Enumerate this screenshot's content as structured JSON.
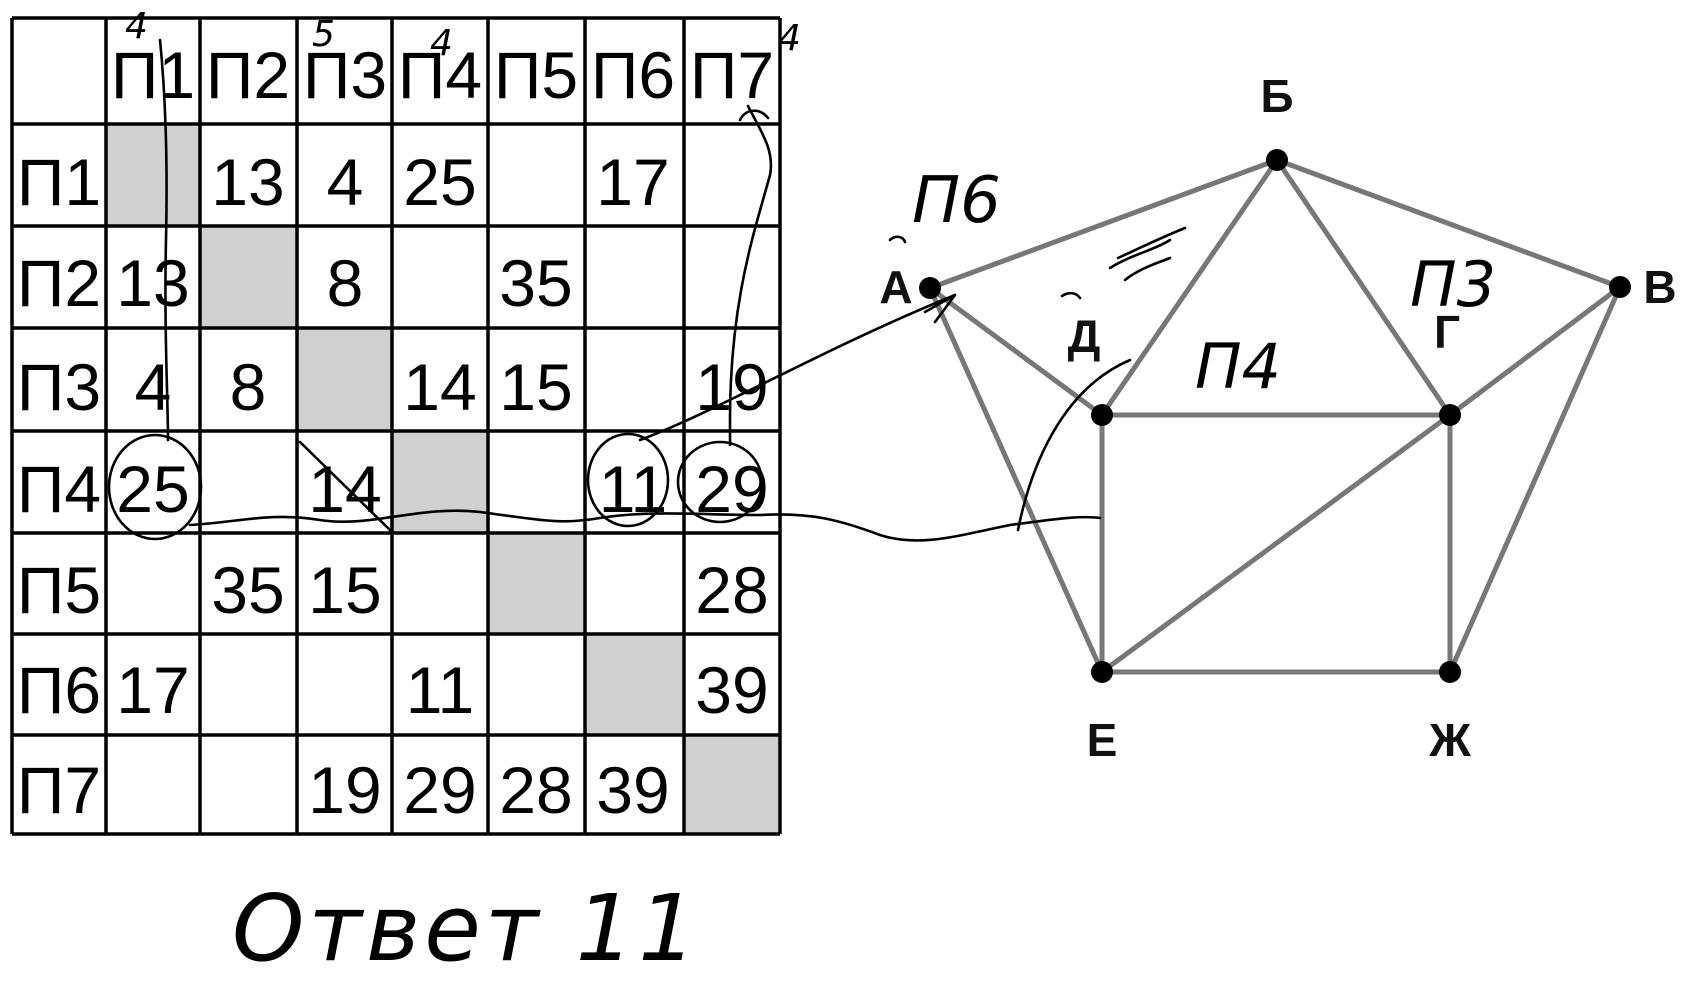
{
  "matrix": {
    "col_headers": [
      "П1",
      "П2",
      "П3",
      "П4",
      "П5",
      "П6",
      "П7"
    ],
    "row_headers": [
      "П1",
      "П2",
      "П3",
      "П4",
      "П5",
      "П6",
      "П7"
    ],
    "cells": [
      [
        "",
        "13",
        "4",
        "25",
        "",
        "17",
        ""
      ],
      [
        "13",
        "",
        "8",
        "",
        "35",
        "",
        ""
      ],
      [
        "4",
        "8",
        "",
        "14",
        "15",
        "",
        "19"
      ],
      [
        "25",
        "",
        "14",
        "",
        "",
        "11",
        "29"
      ],
      [
        "",
        "35",
        "15",
        "",
        "",
        "",
        "28"
      ],
      [
        "17",
        "",
        "",
        "11",
        "",
        "",
        "39"
      ],
      [
        "",
        "",
        "19",
        "29",
        "28",
        "39",
        ""
      ]
    ],
    "diagonal_color": "#d0d0d0"
  },
  "graph": {
    "vertices": [
      "А",
      "Б",
      "В",
      "Г",
      "Д",
      "Е",
      "Ж"
    ]
  },
  "annotations": {
    "header_marks": [
      "4",
      "5",
      "4",
      "4"
    ],
    "vertex_marks": [
      "П6",
      "П3",
      "П4"
    ],
    "answer": "Ответ 11"
  }
}
